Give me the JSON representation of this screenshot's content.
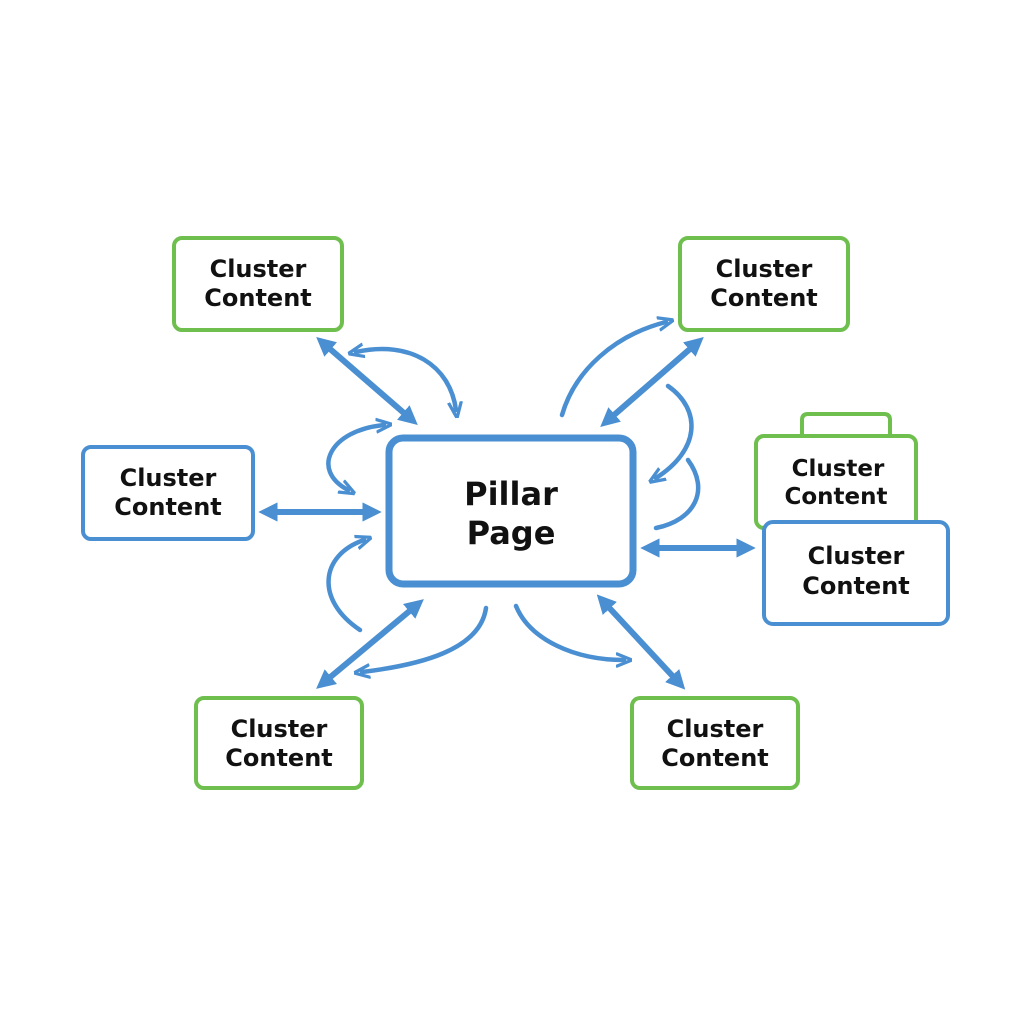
{
  "colors": {
    "blue": "#4a8fd1",
    "green": "#6fbf4e",
    "text": "#111111",
    "background": "#ffffff"
  },
  "pillar": {
    "line1": "Pillar",
    "line2": "Page"
  },
  "clusters": [
    {
      "id": "top-left",
      "line1": "Cluster",
      "line2": "Content"
    },
    {
      "id": "top-right",
      "line1": "Cluster",
      "line2": "Content"
    },
    {
      "id": "left",
      "line1": "Cluster",
      "line2": "Content"
    },
    {
      "id": "right-back",
      "line1": "Cluster",
      "line2": "Content"
    },
    {
      "id": "right-front",
      "line1": "Cluster",
      "line2": "Content"
    },
    {
      "id": "bottom-left",
      "line1": "Cluster",
      "line2": "Content"
    },
    {
      "id": "bottom-right",
      "line1": "Cluster",
      "line2": "Content"
    }
  ]
}
